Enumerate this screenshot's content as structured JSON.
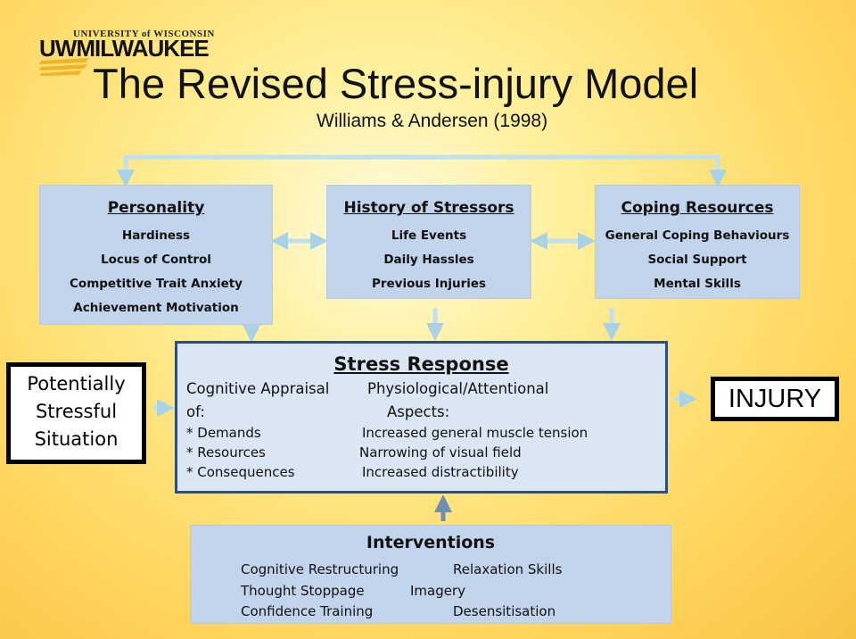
{
  "logo": {
    "line1": "UNIVERSITY of WISCONSIN",
    "line2": "UWMILWAUKEE"
  },
  "title": "The Revised Stress-injury Model",
  "subtitle": "Williams & Andersen (1998)",
  "personality": {
    "heading": "Personality",
    "items": [
      "Hardiness",
      "Locus of Control",
      "Competitive Trait Anxiety",
      "Achievement Motivation"
    ]
  },
  "history": {
    "heading": "History of Stressors",
    "items": [
      "Life Events",
      "Daily Hassles",
      "Previous Injuries"
    ]
  },
  "coping": {
    "heading": "Coping Resources",
    "items": [
      "General Coping Behaviours",
      "Social Support",
      "Mental Skills"
    ]
  },
  "situation": {
    "lines": [
      "Potentially",
      "Stressful",
      "Situation"
    ]
  },
  "stress_response": {
    "heading": "Stress Response",
    "cognitive": [
      "Cognitive Appraisal",
      "of:",
      "* Demands",
      "* Resources",
      "* Consequences"
    ],
    "physio": [
      "Physiological/Attentional",
      "Aspects:",
      "Increased general muscle tension",
      "Narrowing of visual field",
      "Increased distractibility"
    ]
  },
  "injury": "INJURY",
  "interventions": {
    "heading": "Interventions",
    "left": [
      "Cognitive Restructuring",
      "Thought Stoppage",
      "Confidence Training"
    ],
    "right": [
      "Relaxation Skills",
      "Imagery",
      "Desensitisation"
    ]
  },
  "colors": {
    "box_fill": "#c2d4ec",
    "arrow": "#b8d8e8",
    "border": "#2f4f7a",
    "stress_fill": "#dbe6f4"
  }
}
